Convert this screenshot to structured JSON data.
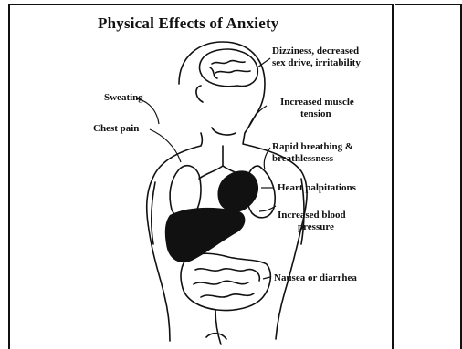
{
  "title": "Physical Effects of Anxiety",
  "labels": {
    "dizziness": [
      "Dizziness, decreased",
      "sex drive, irritability"
    ],
    "sweating": "Sweating",
    "chest_pain": "Chest pain",
    "muscle": [
      "Increased muscle",
      "tension"
    ],
    "breathing": [
      "Rapid breathing &",
      "breathlessness"
    ],
    "heart": "Heart palpitations",
    "blood_pressure": [
      "Increased blood",
      "pressure"
    ],
    "nausea": "Nausea or diarrhea"
  }
}
